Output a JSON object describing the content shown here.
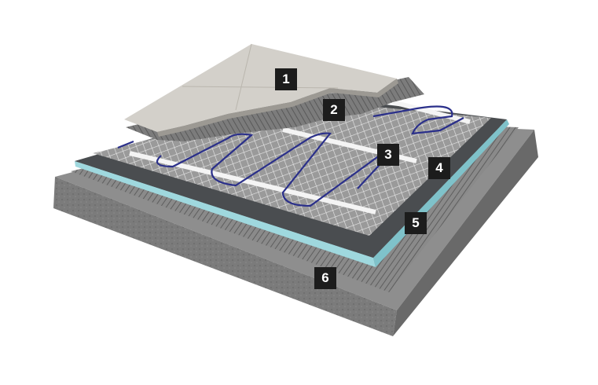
{
  "layers": [
    {
      "id": "1",
      "label": "1",
      "name": "tile"
    },
    {
      "id": "2",
      "label": "2",
      "name": "tile-adhesive"
    },
    {
      "id": "3",
      "label": "3",
      "name": "heating-mat"
    },
    {
      "id": "4",
      "label": "4",
      "name": "heating-cable"
    },
    {
      "id": "5",
      "label": "5",
      "name": "insulation-board"
    },
    {
      "id": "6",
      "label": "6",
      "name": "base-adhesive"
    }
  ],
  "colors": {
    "concrete": "#8d8d8d",
    "concrete_side_left": "#7a7a7a",
    "concrete_side_right": "#6a6a6a",
    "board": "#4a4d50",
    "board_edge": "#9fd8de",
    "mesh": "#c9c9c9",
    "cable": "#2a2f8a",
    "tile": "#d3d0ca",
    "callout_bg": "#1c1c1c",
    "callout_text": "#ffffff"
  }
}
